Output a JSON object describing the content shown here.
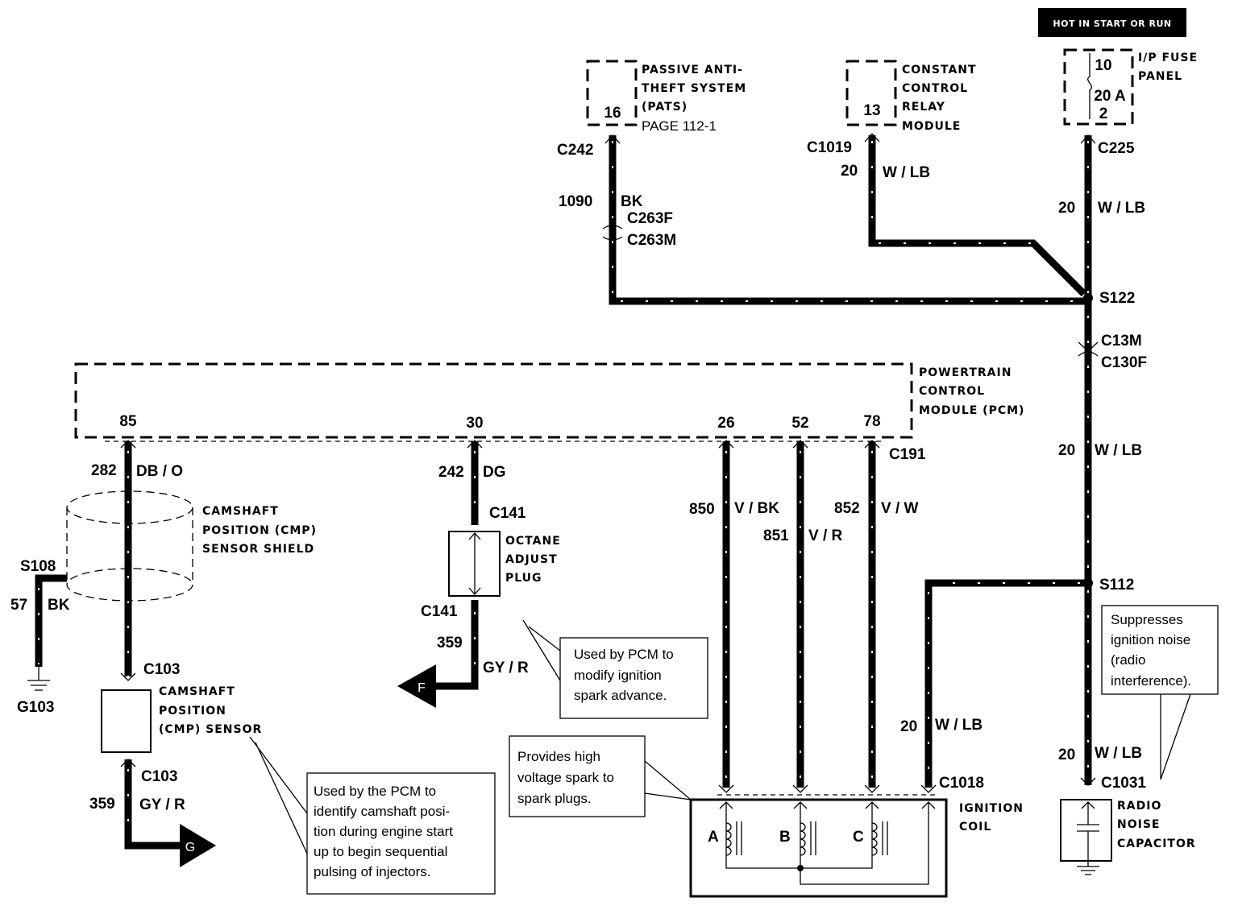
{
  "header": {
    "condition": "HOT IN START OR RUN"
  },
  "fuse": {
    "panel_label": "I/P FUSE PANEL",
    "number": "10",
    "rating": "20 A",
    "pin": "2",
    "connector": "C225"
  },
  "pats": {
    "name": "PASSIVE ANTI-THEFT SYSTEM (PATS)",
    "page_ref": "PAGE 112-1",
    "pin": "16",
    "connector": "C242",
    "circuit": "1090",
    "color": "BK",
    "inline_f": "C263F",
    "inline_m": "C263M"
  },
  "ccrm": {
    "name": "CONSTANT CONTROL RELAY MODULE",
    "pin": "13",
    "connector": "C1019",
    "circuit": "20",
    "color": "W / LB"
  },
  "feed": {
    "circuit": "20",
    "color": "W / LB",
    "splice_top": "S122",
    "inline_m": "C13M",
    "inline_f": "C130F",
    "splice_bottom": "S112"
  },
  "pcm": {
    "name": "POWERTRAIN CONTROL MODULE (PCM)",
    "connector": "C191",
    "pins": [
      "85",
      "30",
      "26",
      "52",
      "78"
    ]
  },
  "cmp": {
    "circuit": "282",
    "color": "DB / O",
    "shield_label": "CAMSHAFT POSITION (CMP) SENSOR SHIELD",
    "splice": "S108",
    "ground_circuit": "57",
    "ground_color": "BK",
    "ground": "G103",
    "connector": "C103",
    "sensor_label": "CAMSHAFT POSITION (CMP) SENSOR",
    "out_circuit": "359",
    "out_color": "GY / R",
    "ref": "G",
    "note": "Used by the PCM to identify camshaft position during engine start up to begin sequential pulsing of injectors."
  },
  "octane": {
    "circuit": "242",
    "color": "DG",
    "connector": "C141",
    "plug_label": "OCTANE ADJUST PLUG",
    "out_circuit": "359",
    "out_color": "GY / R",
    "ref": "F",
    "note": "Used by PCM to modify ignition spark advance."
  },
  "coil": {
    "circuits": [
      {
        "circuit": "850",
        "color": "V / BK"
      },
      {
        "circuit": "851",
        "color": "V / R"
      },
      {
        "circuit": "852",
        "color": "V / W"
      }
    ],
    "feed_circuit": "20",
    "feed_color": "W / LB",
    "connector": "C1018",
    "label": "IGNITION COIL",
    "windings": [
      "A",
      "B",
      "C"
    ],
    "note": "Provides high voltage spark to spark plugs."
  },
  "capacitor": {
    "circuit": "20",
    "color": "W / LB",
    "connector": "C1031",
    "label": "RADIO NOISE CAPACITOR",
    "note": "Suppresses ignition noise (radio interference)."
  }
}
